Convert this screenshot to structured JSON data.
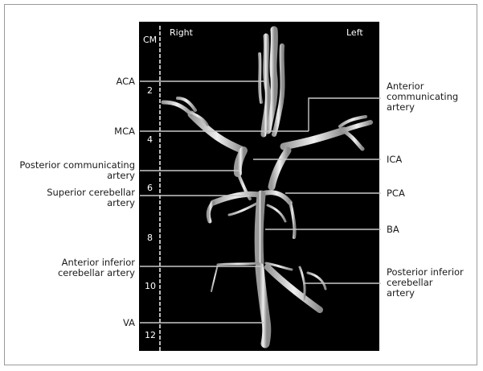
{
  "scale_label": "CM",
  "side_right": "Right",
  "side_left": "Left",
  "scale_ticks": [
    "2",
    "4",
    "6",
    "8",
    "10",
    "12"
  ],
  "labels_left": {
    "aca": "ACA",
    "mca": "MCA",
    "pcom": "Posterior communicating\nartery",
    "sca": "Superior cerebellar\nartery",
    "aica": "Anterior inferior\ncerebellar artery",
    "va": "VA"
  },
  "labels_right": {
    "acom": "Anterior\ncommunicating\nartery",
    "ica": "ICA",
    "pca": "PCA",
    "ba": "BA",
    "pica": "Posterior inferior\ncerebellar\nartery"
  },
  "colors": {
    "background": "#000000",
    "vessel": "#d8d8d8",
    "leader": "#c8c8c8",
    "border": "#9a9a9a"
  }
}
